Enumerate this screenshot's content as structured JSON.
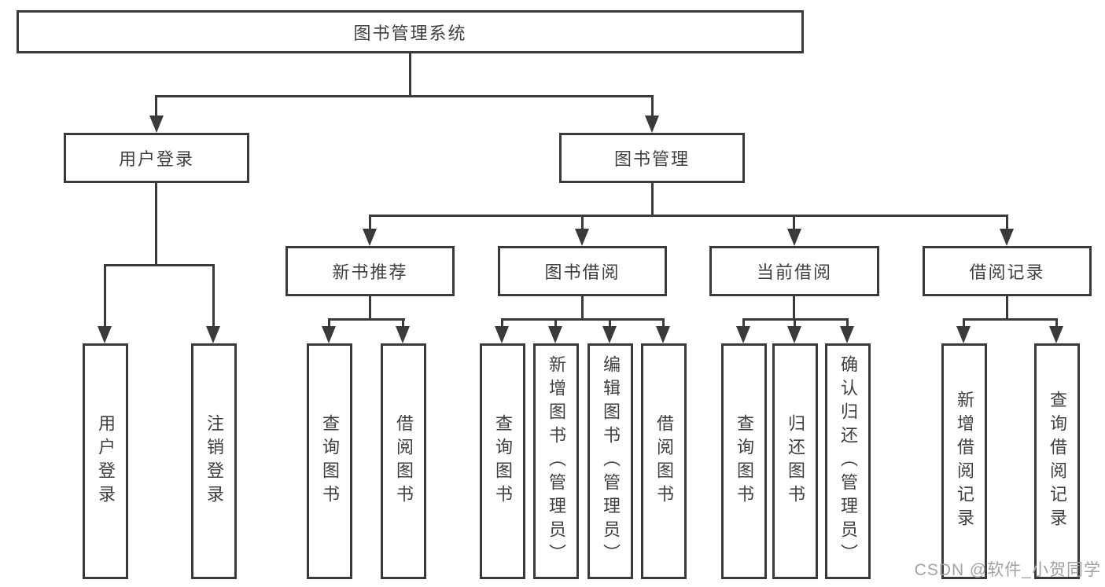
{
  "colors": {
    "line": "#3a3a3a",
    "text": "#3f3f3f",
    "watermark": "#a2a2a2",
    "background": "#ffffff"
  },
  "watermark": "CSDN @软件_小贺同学",
  "tree": {
    "root": "图书管理系统",
    "user_login": "用户登录",
    "book_management": "图书管理",
    "new_book_recommend": "新书推荐",
    "book_borrow": "图书借阅",
    "current_borrow": "当前借阅",
    "borrow_records": "借阅记录",
    "leaves": {
      "login": [
        "用户登录",
        "注销登录"
      ],
      "recommend": [
        "查询图书",
        "借阅图书"
      ],
      "borrow": [
        "查询图书",
        "新增图书（管理员）",
        "编辑图书（管理员）",
        "借阅图书"
      ],
      "current": [
        "查询图书",
        "归还图书",
        "确认归还（管理员）"
      ],
      "records": [
        "新增借阅记录",
        "查询借阅记录"
      ]
    }
  }
}
